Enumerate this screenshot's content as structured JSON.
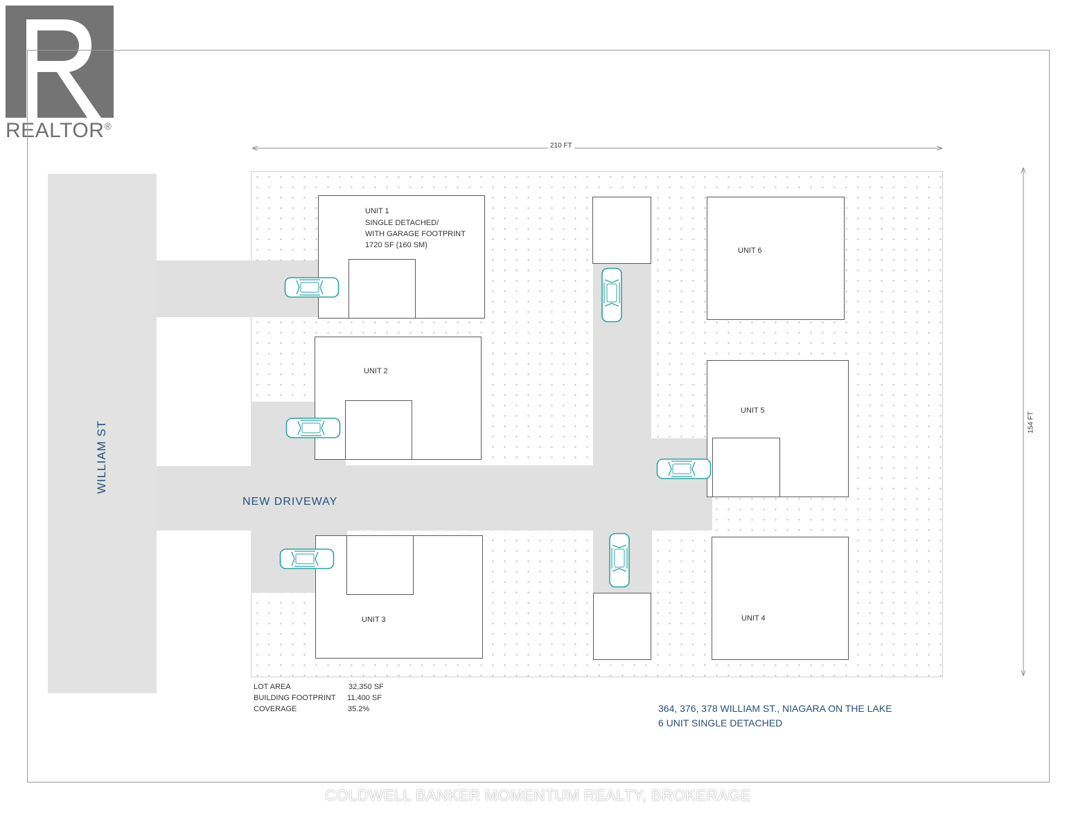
{
  "logo": {
    "word": "REALTOR",
    "mark": "®"
  },
  "street": {
    "name": "WILLIAM ST"
  },
  "dimensions": {
    "width": "210 FT",
    "depth": "154 FT"
  },
  "driveway": {
    "label": "NEW DRIVEWAY"
  },
  "units": [
    {
      "label": "UNIT 1",
      "lines": [
        "SINGLE DETACHED/",
        "WITH GARAGE FOOTPRINT",
        "1720 SF  (160 SM)"
      ]
    },
    {
      "label": "UNIT 2"
    },
    {
      "label": "UNIT 3"
    },
    {
      "label": "UNIT 4"
    },
    {
      "label": "UNIT 5"
    },
    {
      "label": "UNIT 6"
    }
  ],
  "stats": [
    {
      "key": "LOT AREA",
      "value": "32,350 SF"
    },
    {
      "key": "BUILDING FOOTPRINT",
      "value": "11,400 SF"
    },
    {
      "key": "COVERAGE",
      "value": "35.2%"
    }
  ],
  "address": {
    "line1": "364, 376, 378 WILLIAM ST., NIAGARA ON THE LAKE",
    "line2": "6 UNIT SINGLE DETACHED"
  },
  "watermark": "COLDWELL BANKER MOMENTUM REALTY, BROKERAGE",
  "colors": {
    "label_blue": "#24507a",
    "car": "#2aa3a3",
    "pavement": "#e0e0e0"
  }
}
